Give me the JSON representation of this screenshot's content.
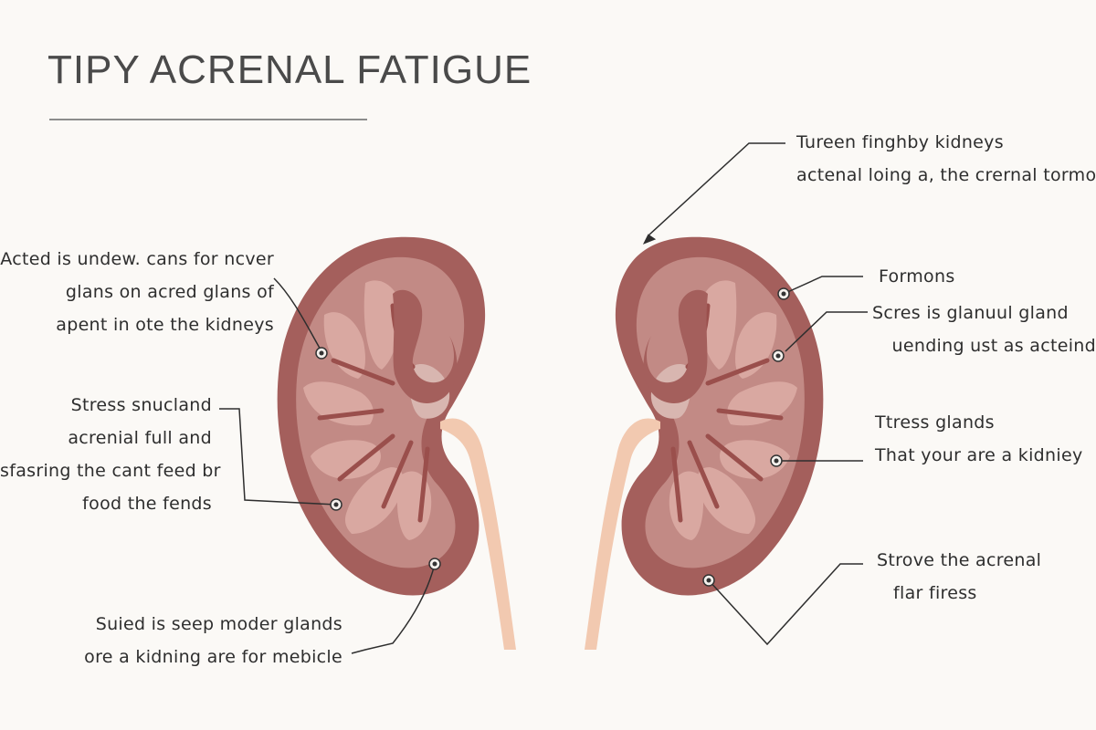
{
  "title": "TIPY ACRENAL FATIGUE",
  "colors": {
    "background": "#fbf9f6",
    "kidney_outer": "#a45f5c",
    "kidney_inner": "#c8908a",
    "pyramid": "#d9a8a1",
    "ureter": "#f2c9b0",
    "leader_line": "#2e2e2e"
  },
  "labels": {
    "left": [
      {
        "lines": [
          "Acted is undew. cans for ncver",
          "glans on acred glans of",
          "apent in ote the kidneys"
        ]
      },
      {
        "lines": [
          "Stress snucland",
          "acrenial full and",
          "sfasring the cant feed br",
          "food the fends"
        ]
      },
      {
        "lines": [
          "Suied is seep moder glands",
          "ore a kidning are for mebicle"
        ]
      }
    ],
    "right": [
      {
        "lines": [
          "Tureen finghby kidneys",
          "actenal loing a, the crernal tormons"
        ]
      },
      {
        "lines": [
          "Formons"
        ]
      },
      {
        "lines": [
          "Scres is glanuul gland",
          "uending ust as acteind"
        ]
      },
      {
        "lines": [
          "Ttress glands",
          "That your are a kidniey"
        ]
      },
      {
        "lines": [
          "Strove the acrenal",
          "flar firess"
        ]
      }
    ]
  }
}
